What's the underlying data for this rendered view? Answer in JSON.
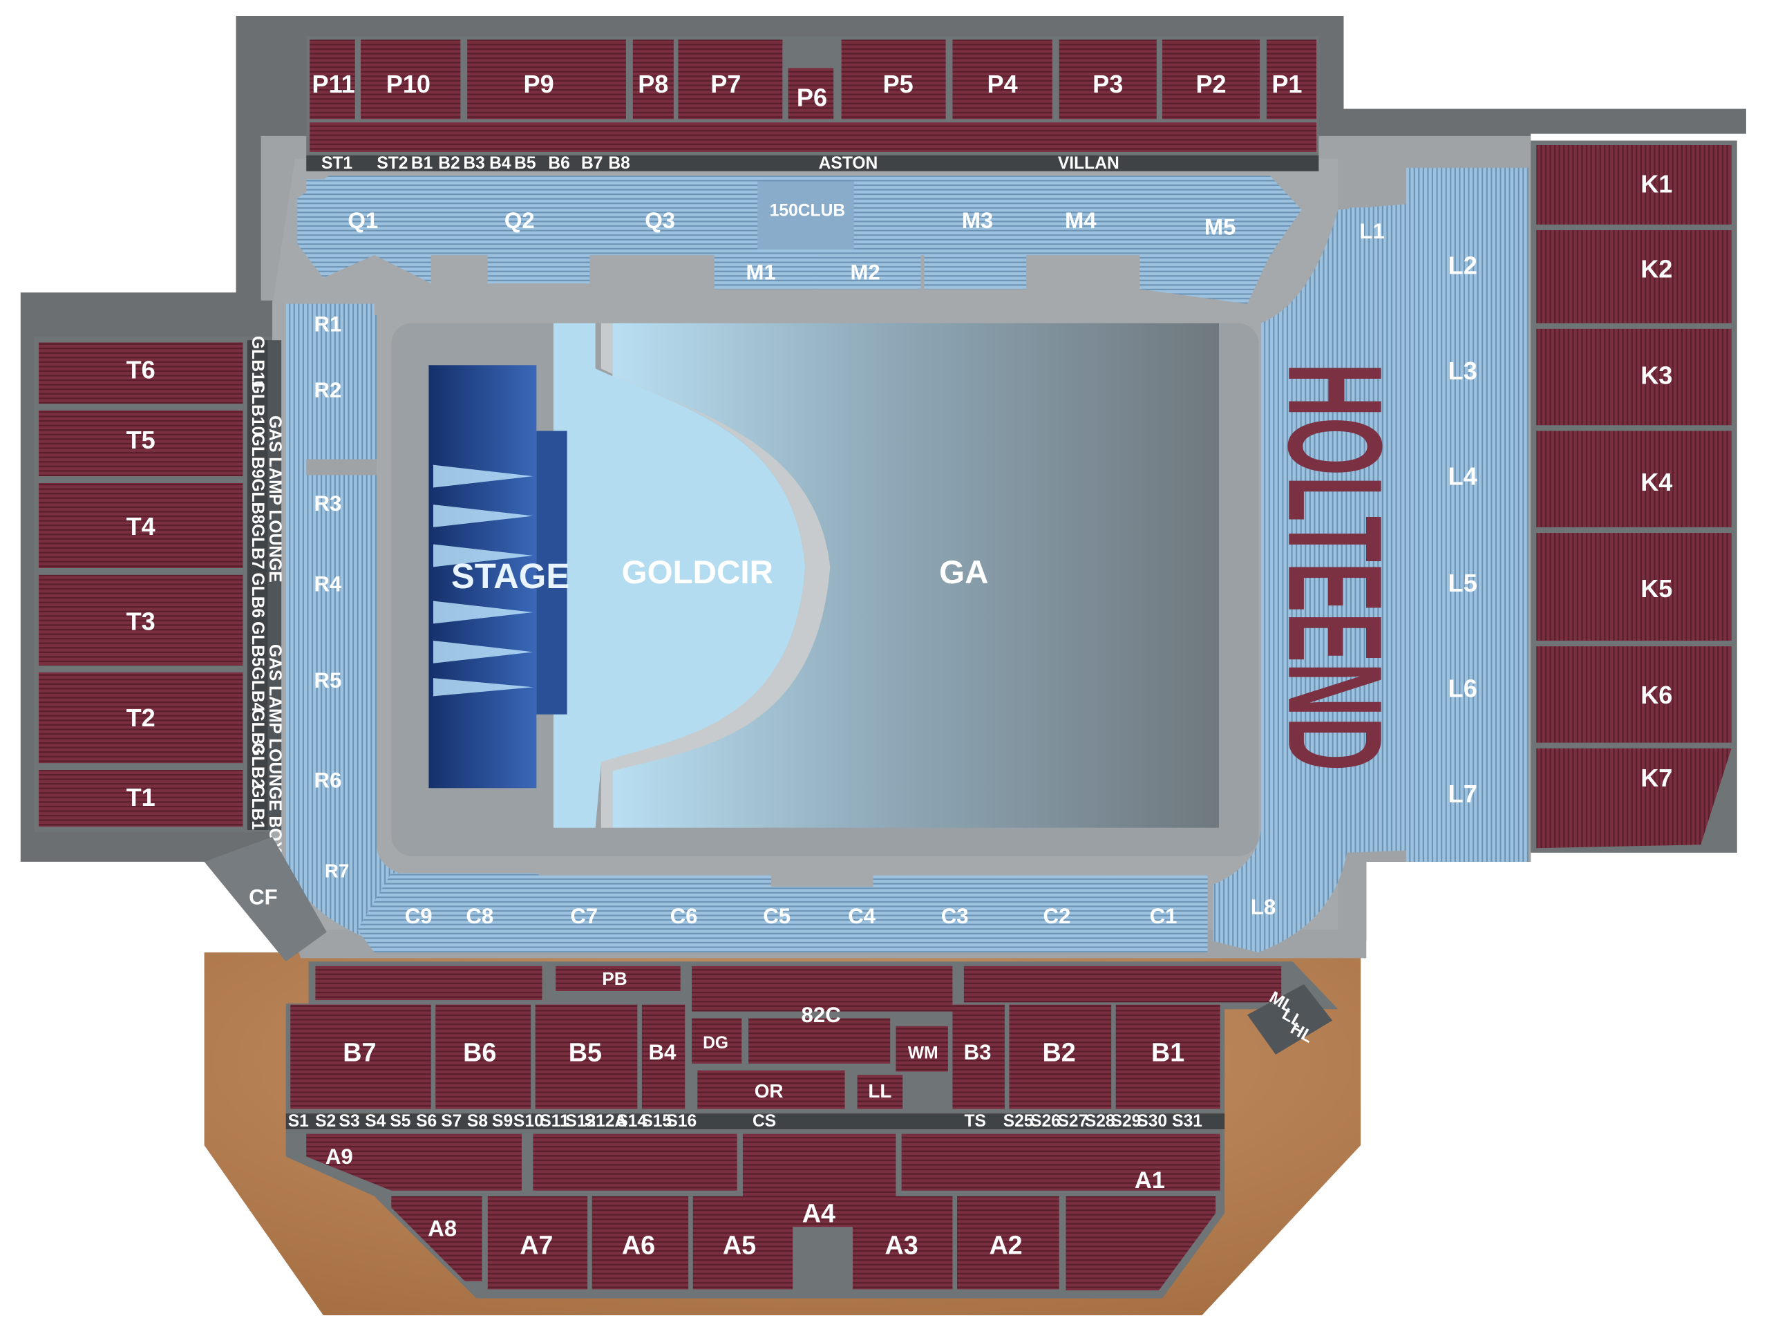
{
  "colors": {
    "maroon": "#7c3142",
    "blue": "#8cb6d8",
    "concrete": "#9fa3a6",
    "dark_concrete": "#6f7477",
    "floor": "#7f8b93",
    "gold_circle": "#a8d3ea",
    "dirt": "#b98555",
    "stage": "#1f3e7e"
  },
  "floor": {
    "stage": "STAGE",
    "goldcir": "GOLDCIR",
    "ga": "GA",
    "holte_end": "HOLTEEND"
  },
  "north_upper": [
    "P11",
    "P10",
    "P9",
    "P8",
    "P7",
    "P6",
    "P5",
    "P4",
    "P3",
    "P2",
    "P1"
  ],
  "north_boxes": [
    "ST1",
    "ST2",
    "B1",
    "B2",
    "B3",
    "B4",
    "B5",
    "B6",
    "B7",
    "B8"
  ],
  "north_lounges": [
    "ASTON",
    "VILLAN"
  ],
  "north_lower": [
    "Q1",
    "Q2",
    "Q3",
    "150CLUB",
    "M1",
    "M2",
    "M3",
    "M4",
    "M5"
  ],
  "west_lower": [
    "R1",
    "R2",
    "R3",
    "R4",
    "R5",
    "R6",
    "R7"
  ],
  "west_upper": [
    "T6",
    "T5",
    "T4",
    "T3",
    "T2",
    "T1"
  ],
  "west_boxes": [
    "GLB11",
    "GLB10",
    "GLB9",
    "GLB8",
    "GLB7",
    "GLB6",
    "GLB5",
    "GLB4",
    "GLB3",
    "GLB2",
    "GLB1"
  ],
  "west_lounges": [
    "GAS LAMP LOUNGE",
    "GAS LAMP LOUNGE BOX"
  ],
  "corner": "CF",
  "east_lower": [
    "L1",
    "L2",
    "L3",
    "L4",
    "L5",
    "L6",
    "L7",
    "L8"
  ],
  "east_upper": [
    "K1",
    "K2",
    "K3",
    "K4",
    "K5",
    "K6",
    "K7"
  ],
  "south_lower": [
    "C9",
    "C8",
    "C7",
    "C6",
    "C5",
    "C4",
    "C3",
    "C2",
    "C1"
  ],
  "south_middle": [
    "PB",
    "82C",
    "B7",
    "B6",
    "B5",
    "B4",
    "DG",
    "WM",
    "B3",
    "B2",
    "B1",
    "OR",
    "LL",
    "ML",
    "LL",
    "HL"
  ],
  "south_boxes": [
    "S1",
    "S2",
    "S3",
    "S4",
    "S5",
    "S6",
    "S7",
    "S8",
    "S9",
    "S10",
    "S11",
    "S12",
    "S12A",
    "S14",
    "S15",
    "S16",
    "CS",
    "TS",
    "S25",
    "S26",
    "S27",
    "S28",
    "S29",
    "S30",
    "S31"
  ],
  "south_upper": [
    "A9",
    "A8",
    "A7",
    "A6",
    "A5",
    "A4",
    "A3",
    "A2",
    "A1"
  ]
}
